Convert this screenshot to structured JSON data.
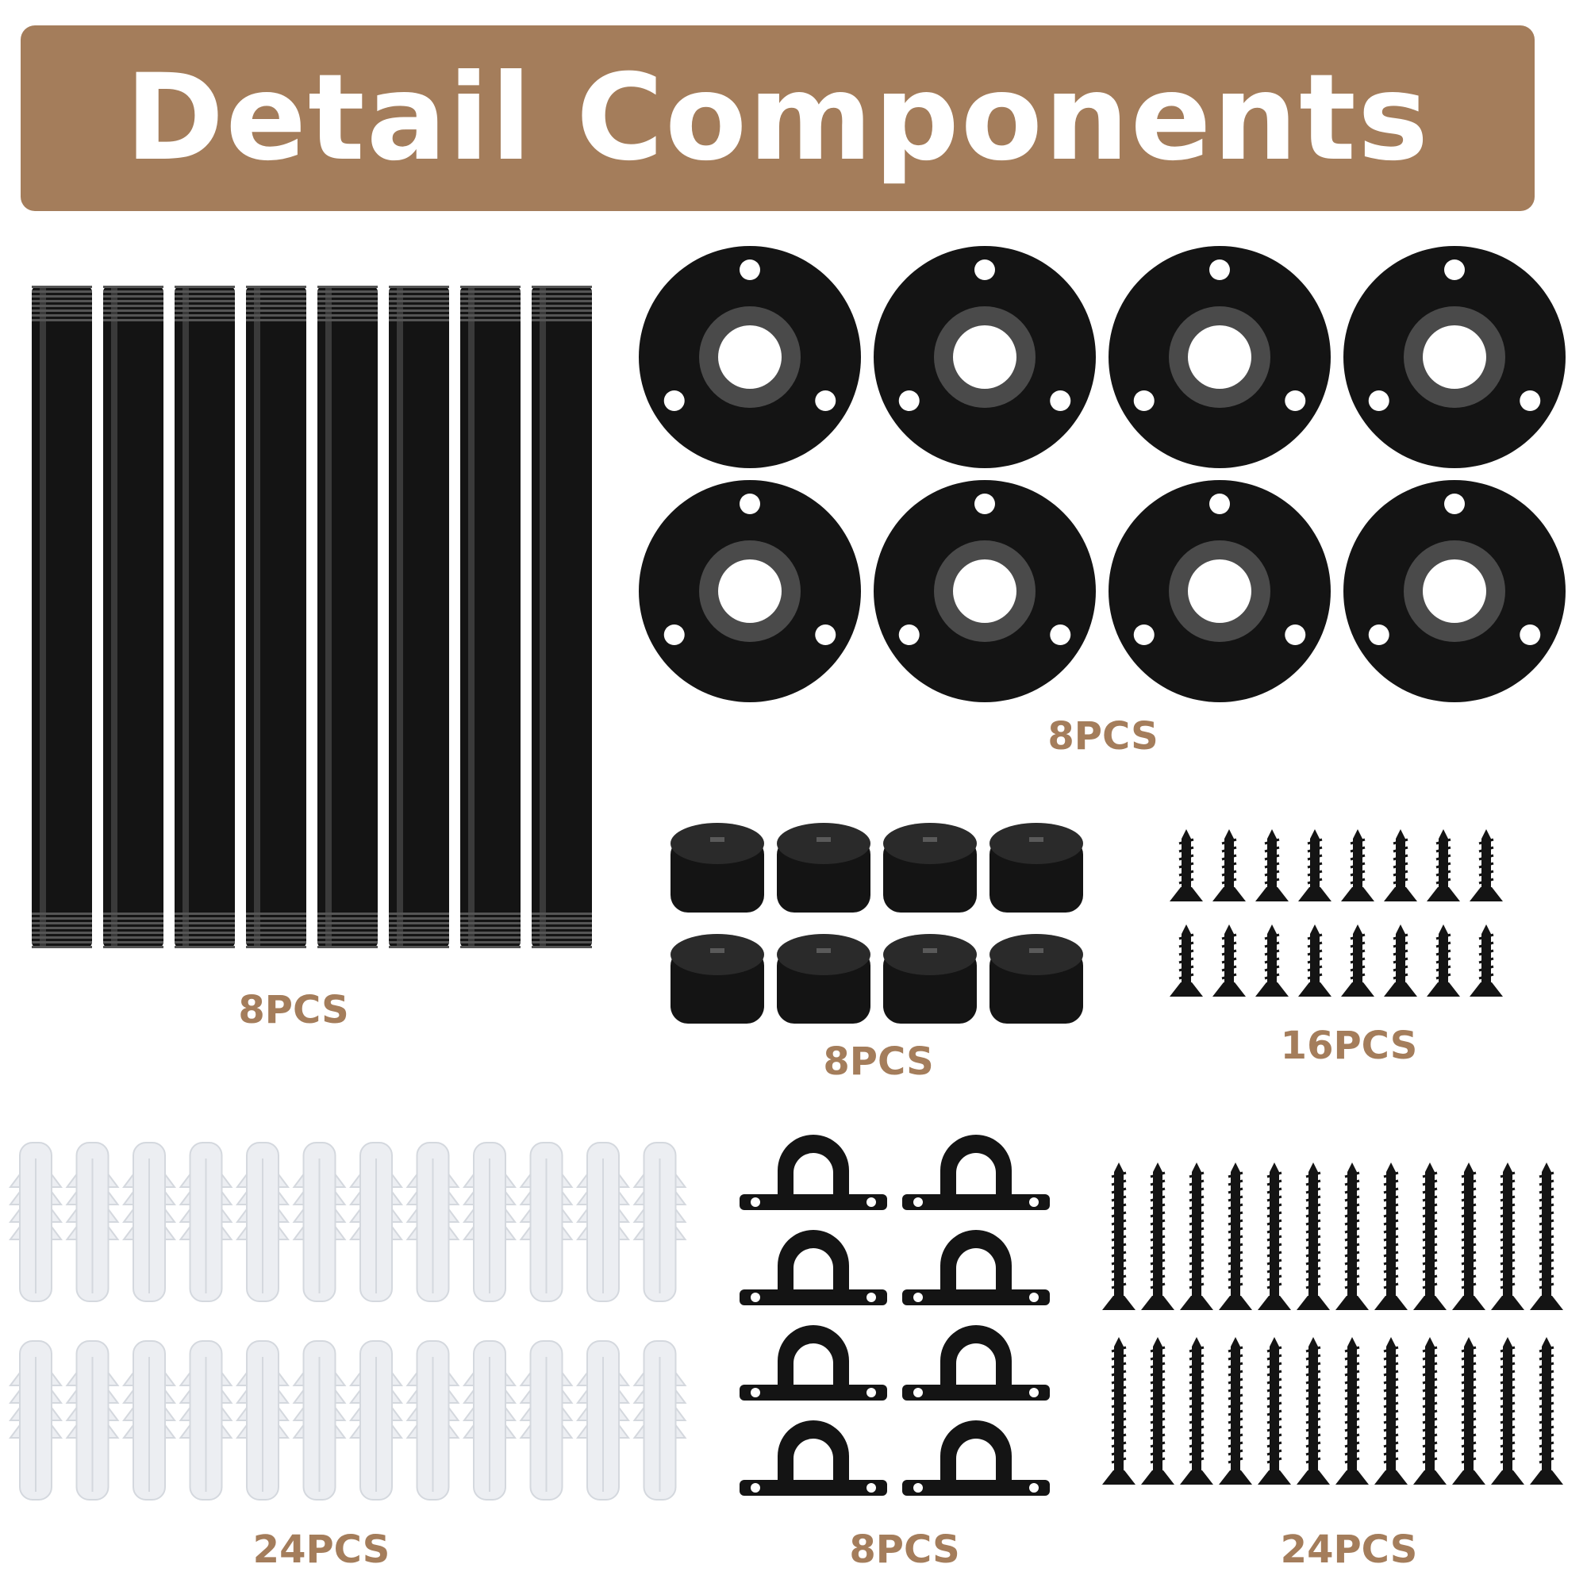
{
  "banner": {
    "title": "Detail Components"
  },
  "colors": {
    "banner": "#a47d5b",
    "label": "#a47d5b",
    "part": "#141414",
    "anchor": "#eceef2"
  },
  "groups": {
    "pipes": {
      "label": "8PCS",
      "count": 8
    },
    "flanges": {
      "label": "8PCS",
      "count": 8
    },
    "caps": {
      "label": "8PCS",
      "count": 8
    },
    "short_screws": {
      "label": "16PCS",
      "count": 16
    },
    "anchors": {
      "label": "24PCS",
      "count": 24
    },
    "clamps": {
      "label": "8PCS",
      "count": 8
    },
    "long_screws": {
      "label": "24PCS",
      "count": 24
    }
  }
}
